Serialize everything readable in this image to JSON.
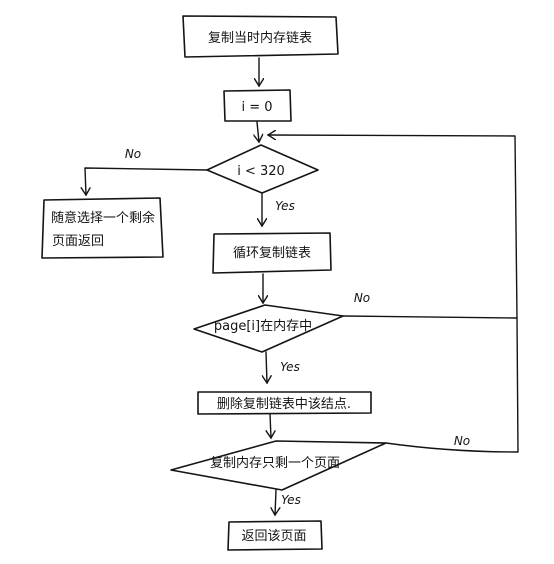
{
  "nodes": {
    "copy_list": {
      "text": "复制当时内存链表"
    },
    "init_i": {
      "text": "i = 0"
    },
    "cond_i": {
      "text": "i < 320"
    },
    "random_pick": {
      "line1": "随意选择一个剩余",
      "line2": "页面返回"
    },
    "loop_copy": {
      "text": "循环复制链表"
    },
    "cond_page": {
      "text": "page[i]在内存中"
    },
    "delete_node": {
      "text": "删除复制链表中该结点."
    },
    "cond_one_left": {
      "text": "复制内存只剩一个页面"
    },
    "return_page": {
      "text": "返回该页面"
    }
  },
  "edge_labels": {
    "no_cond_i": "No",
    "yes_cond_i": "Yes",
    "no_cond_page": "No",
    "yes_cond_page": "Yes",
    "no_cond_one_left": "No",
    "yes_cond_one_left": "Yes"
  }
}
